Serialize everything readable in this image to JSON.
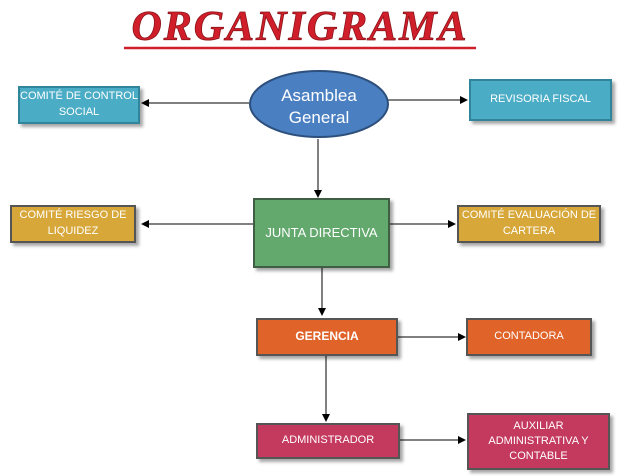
{
  "title": "ORGANIGRAMA",
  "colors": {
    "title_red": "#d01f2a",
    "assembly_blue": "#4a7fc1",
    "teal": "#4bacc6",
    "gold": "#d7a73a",
    "green": "#63a96e",
    "orange": "#e0642a",
    "crimson": "#c4395e"
  },
  "nodes": {
    "asamblea": {
      "line1": "Asamblea",
      "line2": "General"
    },
    "comite_control_social": "COMITÉ DE CONTROL SOCIAL",
    "revisoria_fiscal": "REVISORIA FISCAL",
    "junta_directiva": "JUNTA DIRECTIVA",
    "comite_riesgo": "COMITÉ RIESGO DE LIQUIDEZ",
    "comite_evaluacion": "COMITÉ EVALUACIÓN DE CARTERA",
    "gerencia": "GERENCIA",
    "contadora": "CONTADORA",
    "administrador": "ADMINISTRADOR",
    "auxiliar": "AUXILIAR ADMINISTRATIVA Y CONTABLE"
  }
}
